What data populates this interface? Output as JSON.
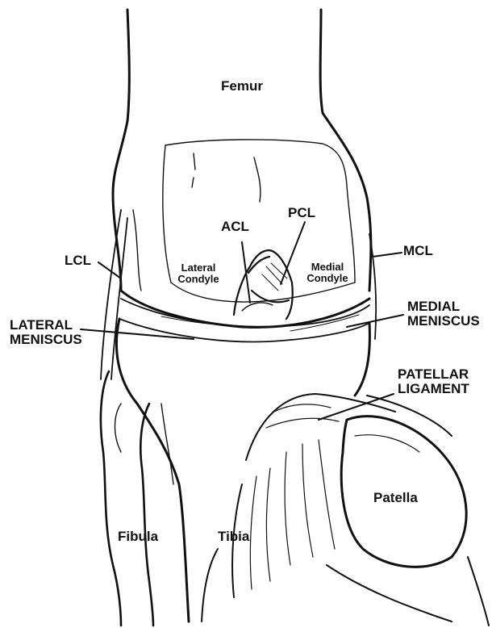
{
  "labels": {
    "femur": "Femur",
    "lcl": "LCL",
    "acl": "ACL",
    "pcl": "PCL",
    "mcl": "MCL",
    "lateral_condyle": "Lateral\nCondyle",
    "medial_condyle": "Medial\nCondyle",
    "lateral_meniscus": "LATERAL\nMENISCUS",
    "medial_meniscus": "MEDIAL\nMENISCUS",
    "patellar_ligament": "PATELLAR\nLIGAMENT",
    "patella": "Patella",
    "fibula": "Fibula",
    "tibia": "Tibia"
  },
  "colors": {
    "line": "#111111",
    "background": "#ffffff"
  }
}
